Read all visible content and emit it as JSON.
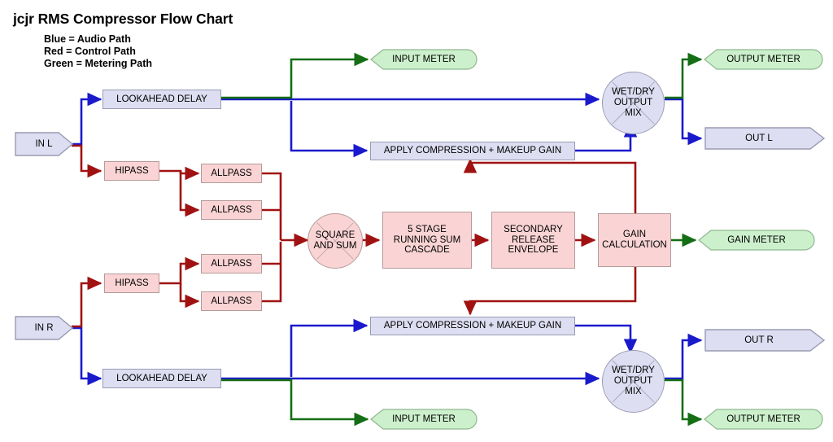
{
  "header": {
    "title": "jcjr RMS Compressor Flow Chart",
    "legend": [
      {
        "key": "legend-blue",
        "text": "Blue = Audio Path",
        "color": "#1a1acc"
      },
      {
        "key": "legend-red",
        "text": "Red = Control Path",
        "color": "#a01212"
      },
      {
        "key": "legend-green",
        "text": "Green = Metering Path",
        "color": "#1a7a1a"
      }
    ]
  },
  "colors": {
    "audio_path": "#1a1acc",
    "control_path": "#a01212",
    "metering_path": "#1a7a1a",
    "audio_fill": "#dedef2",
    "control_fill": "#fad4d4",
    "meter_fill": "#ccf0cc"
  },
  "chart_data": {
    "type": "diagram",
    "title": "jcjr RMS Compressor Flow Chart",
    "nodes": [
      {
        "id": "in-l",
        "label": "IN L",
        "shape": "pentagon",
        "fill": "audio"
      },
      {
        "id": "in-r",
        "label": "IN R",
        "shape": "pentagon",
        "fill": "audio"
      },
      {
        "id": "lookahead-l",
        "label": "LOOKAHEAD DELAY",
        "shape": "rect",
        "fill": "audio"
      },
      {
        "id": "lookahead-r",
        "label": "LOOKAHEAD DELAY",
        "shape": "rect",
        "fill": "audio"
      },
      {
        "id": "hipass-l",
        "label": "HIPASS",
        "shape": "rect",
        "fill": "control"
      },
      {
        "id": "hipass-r",
        "label": "HIPASS",
        "shape": "rect",
        "fill": "control"
      },
      {
        "id": "allpass-1",
        "label": "ALLPASS",
        "shape": "rect",
        "fill": "control"
      },
      {
        "id": "allpass-2",
        "label": "ALLPASS",
        "shape": "rect",
        "fill": "control"
      },
      {
        "id": "allpass-3",
        "label": "ALLPASS",
        "shape": "rect",
        "fill": "control"
      },
      {
        "id": "allpass-4",
        "label": "ALLPASS",
        "shape": "rect",
        "fill": "control"
      },
      {
        "id": "square-sum",
        "label": "SQUARE\nAND SUM",
        "shape": "circle",
        "fill": "control"
      },
      {
        "id": "running-sum",
        "label": "5 STAGE\nRUNNING SUM\nCASCADE",
        "shape": "rect",
        "fill": "control"
      },
      {
        "id": "release-env",
        "label": "SECONDARY\nRELEASE\nENVELOPE",
        "shape": "rect",
        "fill": "control"
      },
      {
        "id": "gain-calc",
        "label": "GAIN\nCALCULATION",
        "shape": "rect",
        "fill": "control"
      },
      {
        "id": "apply-comp-l",
        "label": "APPLY COMPRESSION + MAKEUP GAIN",
        "shape": "rect",
        "fill": "audio"
      },
      {
        "id": "apply-comp-r",
        "label": "APPLY COMPRESSION + MAKEUP GAIN",
        "shape": "rect",
        "fill": "audio"
      },
      {
        "id": "mix-l",
        "label": "WET/DRY\nOUTPUT\nMIX",
        "shape": "circle",
        "fill": "audio"
      },
      {
        "id": "mix-r",
        "label": "WET/DRY\nOUTPUT\nMIX",
        "shape": "circle",
        "fill": "audio"
      },
      {
        "id": "out-l",
        "label": "OUT L",
        "shape": "pentagon",
        "fill": "audio"
      },
      {
        "id": "out-r",
        "label": "OUT R",
        "shape": "pentagon",
        "fill": "audio"
      },
      {
        "id": "input-meter-l",
        "label": "INPUT METER",
        "shape": "stadium",
        "fill": "meter"
      },
      {
        "id": "input-meter-r",
        "label": "INPUT METER",
        "shape": "stadium",
        "fill": "meter"
      },
      {
        "id": "output-meter-l",
        "label": "OUTPUT METER",
        "shape": "stadium",
        "fill": "meter"
      },
      {
        "id": "output-meter-r",
        "label": "OUTPUT METER",
        "shape": "stadium",
        "fill": "meter"
      },
      {
        "id": "gain-meter",
        "label": "GAIN METER",
        "shape": "stadium",
        "fill": "meter"
      }
    ],
    "edges": [
      {
        "from": "in-l",
        "to": "lookahead-l",
        "path": "audio"
      },
      {
        "from": "in-l",
        "to": "hipass-l",
        "path": "control"
      },
      {
        "from": "in-r",
        "to": "lookahead-r",
        "path": "audio"
      },
      {
        "from": "in-r",
        "to": "hipass-r",
        "path": "control"
      },
      {
        "from": "lookahead-l",
        "to": "input-meter-l",
        "path": "metering"
      },
      {
        "from": "lookahead-l",
        "to": "mix-l",
        "path": "audio"
      },
      {
        "from": "lookahead-l",
        "to": "apply-comp-l",
        "path": "audio"
      },
      {
        "from": "lookahead-r",
        "to": "input-meter-r",
        "path": "metering"
      },
      {
        "from": "lookahead-r",
        "to": "mix-r",
        "path": "audio"
      },
      {
        "from": "lookahead-r",
        "to": "apply-comp-r",
        "path": "audio"
      },
      {
        "from": "hipass-l",
        "to": "allpass-1",
        "path": "control"
      },
      {
        "from": "hipass-l",
        "to": "allpass-2",
        "path": "control"
      },
      {
        "from": "hipass-r",
        "to": "allpass-3",
        "path": "control"
      },
      {
        "from": "hipass-r",
        "to": "allpass-4",
        "path": "control"
      },
      {
        "from": "allpass-1",
        "to": "square-sum",
        "path": "control"
      },
      {
        "from": "allpass-2",
        "to": "square-sum",
        "path": "control"
      },
      {
        "from": "allpass-3",
        "to": "square-sum",
        "path": "control"
      },
      {
        "from": "allpass-4",
        "to": "square-sum",
        "path": "control"
      },
      {
        "from": "square-sum",
        "to": "running-sum",
        "path": "control"
      },
      {
        "from": "running-sum",
        "to": "release-env",
        "path": "control"
      },
      {
        "from": "release-env",
        "to": "gain-calc",
        "path": "control"
      },
      {
        "from": "gain-calc",
        "to": "gain-meter",
        "path": "metering"
      },
      {
        "from": "gain-calc",
        "to": "apply-comp-l",
        "path": "control"
      },
      {
        "from": "gain-calc",
        "to": "apply-comp-r",
        "path": "control"
      },
      {
        "from": "apply-comp-l",
        "to": "mix-l",
        "path": "audio"
      },
      {
        "from": "apply-comp-r",
        "to": "mix-r",
        "path": "audio"
      },
      {
        "from": "mix-l",
        "to": "out-l",
        "path": "audio"
      },
      {
        "from": "mix-l",
        "to": "output-meter-l",
        "path": "metering"
      },
      {
        "from": "mix-r",
        "to": "out-r",
        "path": "audio"
      },
      {
        "from": "mix-r",
        "to": "output-meter-r",
        "path": "metering"
      }
    ]
  }
}
